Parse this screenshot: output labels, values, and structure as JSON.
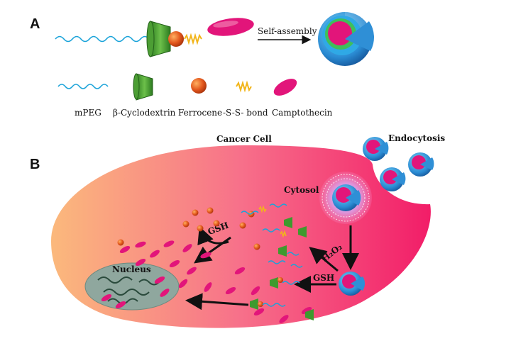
{
  "panel_a": {
    "letter": "A",
    "arrow_label": "Self-assembly",
    "legend": {
      "mpeg": "mPEG",
      "cyclodextrin": "β-Cyclodextrin",
      "ferrocene": "Ferrocene",
      "disulfide": "-S-S- bond",
      "camptothecin": "Camptothecin"
    }
  },
  "panel_b": {
    "letter": "B",
    "cell_label": "Cancer Cell",
    "endocytosis": "Endocytosis",
    "cytosol": "Cytosol",
    "nucleus": "Nucleus",
    "gsh_top": "GSH",
    "gsh_right": "GSH",
    "h2o2": "H₂O₂"
  },
  "colors": {
    "mpeg": "#1aa3d9",
    "cyclodextrin": "#3e9a2e",
    "ferrocene": "#e0521a",
    "disulfide": "#f2b51a",
    "camptothecin": "#e2157a",
    "micelle_shell": "#2f8fd6",
    "cell_left": "#f9b07a",
    "cell_right": "#f5296c",
    "nucleus": "#8fa79e"
  }
}
